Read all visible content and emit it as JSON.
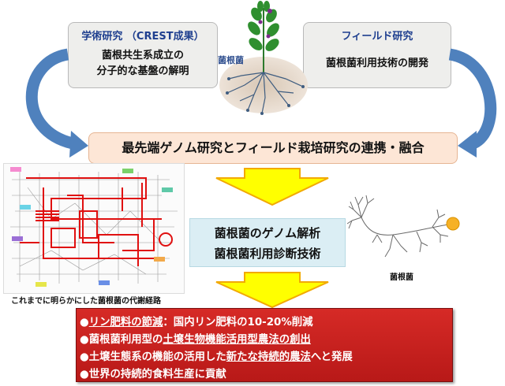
{
  "left_box": {
    "title": "学術研究 （CREST成果）",
    "line1": "菌根共生系成立の",
    "line2": "分子的な基盤の解明"
  },
  "right_box": {
    "title": "フィールド研究",
    "line1": "菌根菌利用技術の開発"
  },
  "plant_label": "菌根菌",
  "collab_text": "最先端ゲノム研究とフィールド栽培研究の連携・融合",
  "genome_box": {
    "line1": "菌根菌のゲノム解析",
    "line2": "菌根菌利用診断技術"
  },
  "map_caption": "これまでに明らかにした菌根菌の代謝経路",
  "fungus_caption": "菌根菌",
  "results": {
    "r1_a": "リン肥料の節減",
    "r1_b": "：国内リン肥料の10-20%削減",
    "r2_a": "菌根菌利用型の",
    "r2_b": "土壌生物機能活用型農法の創出",
    "r3_a": "土壌生態系の機能の活用した",
    "r3_b": "新たな持続的農法",
    "r3_c": "へと発展",
    "r4": "世界の持続的食料生産に貢献",
    "bullet": "●"
  },
  "colors": {
    "arrow_blue": "#4f81bd",
    "arrow_yellow": "#ffff00",
    "arrow_outline": "#f2a900",
    "result_red": "#c82020",
    "collab_bg": "#fde6d6",
    "genome_bg": "#dbeef4",
    "heading_blue": "#1f3f8f"
  }
}
